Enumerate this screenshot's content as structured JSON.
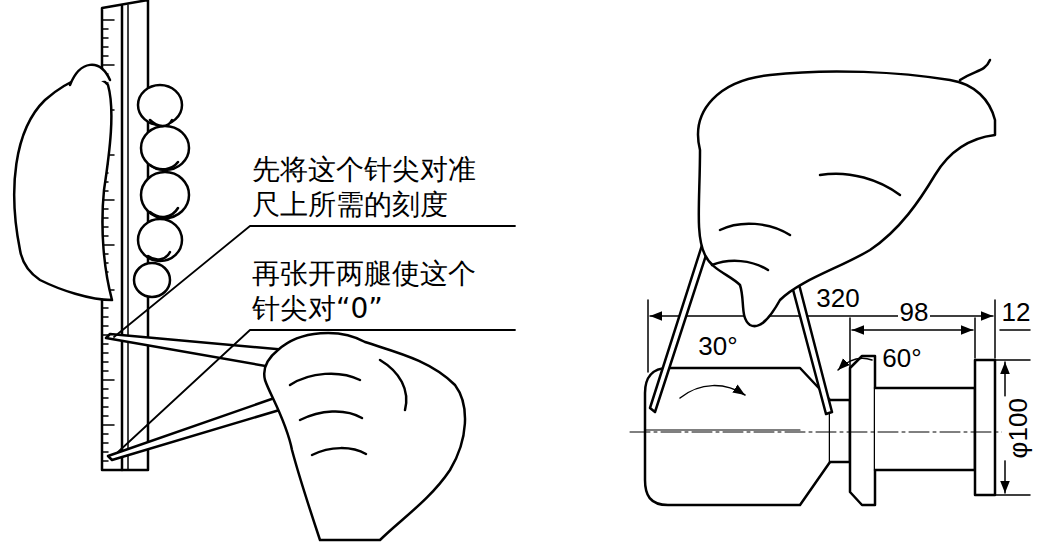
{
  "diagram": {
    "labels": [
      "先将这个针尖对准 尺上所需的刻度",
      "再张开两腿使这个 针尖对“0”",
      "320",
      "98",
      "12",
      "30°",
      "60°",
      "φ100"
    ]
  }
}
